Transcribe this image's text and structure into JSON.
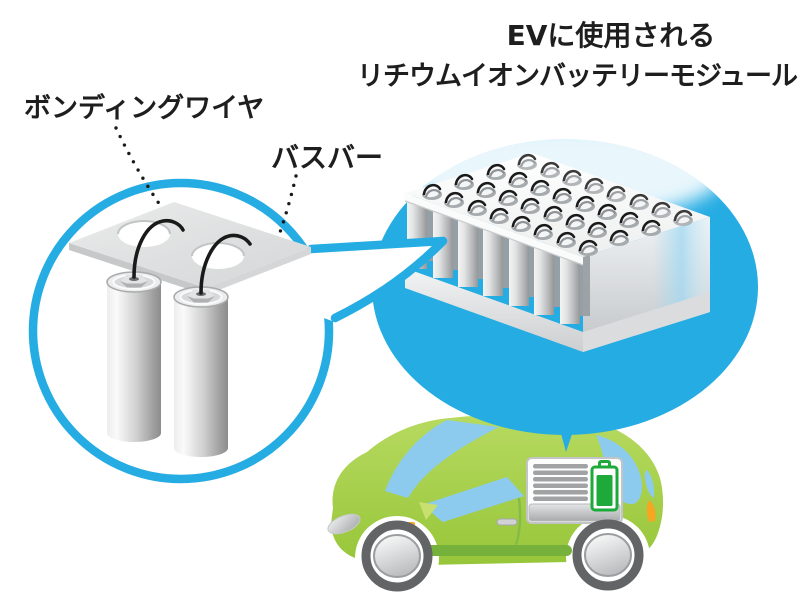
{
  "title": {
    "line1": "EVに使用される",
    "line2": "リチウムイオンバッテリーモジュール"
  },
  "labels": {
    "bonding_wire": "ボンディングワイヤ",
    "busbar": "バスバー"
  },
  "icons": [
    "magnifier-circle-callout",
    "speech-bubble-callout",
    "battery-cell-icon",
    "busbar-plate-icon",
    "bonding-wire-icon",
    "battery-module-icon",
    "ev-car-icon",
    "battery-level-icon",
    "battery-pack-grille-icon",
    "wheel-icon"
  ],
  "colors": {
    "accent_cyan": "#25ACE3",
    "text_black": "#1E1E1E",
    "car_green": "#A5CF44",
    "car_green_dark": "#7DB63E",
    "window_blue": "#8CCBEE",
    "battery_green": "#1EA93B",
    "signal_orange": "#F5A623",
    "metal_gray": "#C9CBCD",
    "wire_black": "#1A1A1A"
  }
}
